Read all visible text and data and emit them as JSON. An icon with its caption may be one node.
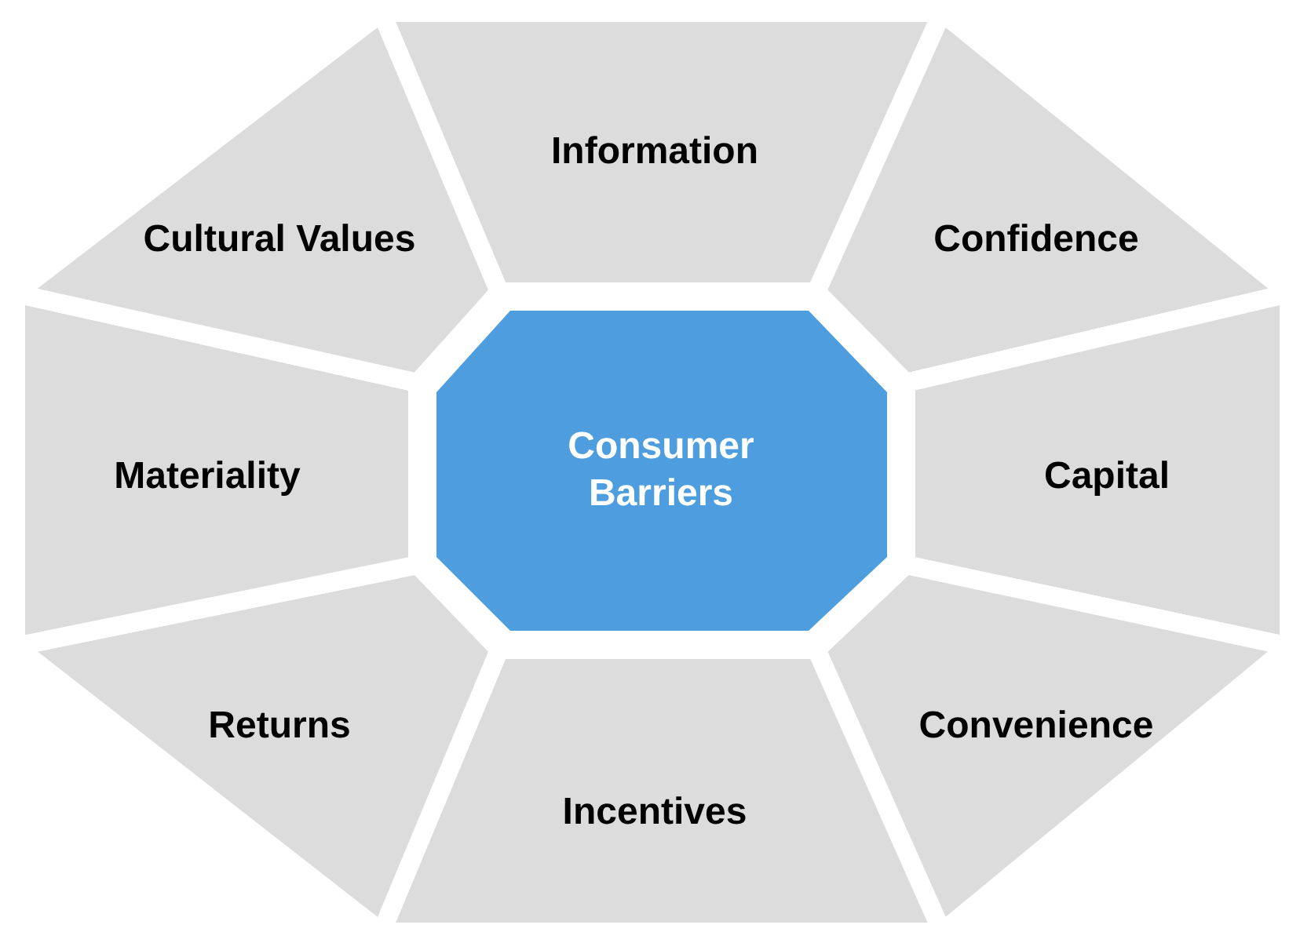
{
  "diagram": {
    "nodes": [
      {
        "text": [
          "Consumer Barriers"
        ]
      },
      {
        "text": [
          "Information"
        ]
      },
      {
        "text": [
          "Confidence"
        ]
      },
      {
        "text": [
          "Capital"
        ]
      },
      {
        "text": [
          "Convenience"
        ]
      },
      {
        "text": [
          "Incentives"
        ]
      },
      {
        "text": [
          "Returns"
        ]
      },
      {
        "text": [
          "Materiality"
        ]
      },
      {
        "text": [
          "Cultural Values"
        ]
      }
    ]
  }
}
